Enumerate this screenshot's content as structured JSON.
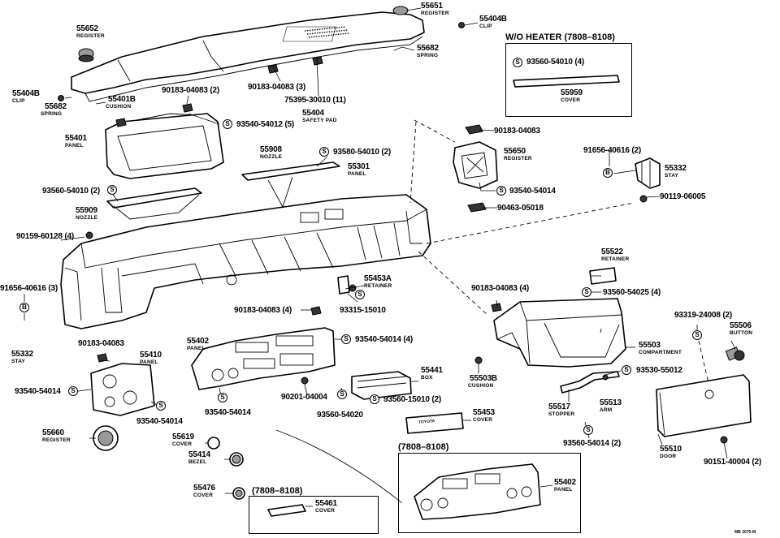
{
  "wo_heater_box": {
    "title": "W/O HEATER  (7808–8108)",
    "s_part": "93560-54010 (4)",
    "cover_no": "55959",
    "cover_name": "COVER"
  },
  "box_7808_panel": {
    "title": "(7808–8108)",
    "panel_no": "55402",
    "panel_name": "PANEL"
  },
  "box_7808_cover": {
    "title": "(7808–8108)",
    "cover_no": "55461",
    "cover_name": "COVER"
  },
  "labels": {
    "l55651": "55651",
    "n55651": "REGISTER",
    "l55404B_r": "55404B",
    "n55404B_r": "CLIP",
    "l55652": "55652",
    "n55652": "REGISTER",
    "l55682_r": "55682",
    "n55682_r": "SPRING",
    "l55404B_l": "55404B",
    "n55404B_l": "CLIP",
    "l55682_l": "55682",
    "n55682_l": "SPRING",
    "l90183a": "90183-04083 (2)",
    "l90183b": "90183-04083 (3)",
    "l75395": "75395-30010 (11)",
    "l55404": "55404",
    "n55404": "SAFETY PAD",
    "l55401B": "55401B",
    "n55401B": "CUSHION",
    "l93540a": "93540-54012 (5)",
    "l55401": "55401",
    "n55401": "PANEL",
    "l55908": "55908",
    "n55908": "NOZZLE",
    "l93580": "93580-54010 (2)",
    "l55301": "55301",
    "n55301": "PANEL",
    "l93560a": "93560-54010 (2)",
    "l55909": "55909",
    "n55909": "NOZZLE",
    "l90159": "90159-60128 (4)",
    "l91656_l": "91656-40616 (3)",
    "l55332_l": "55332",
    "n55332_l": "STAY",
    "l90183c": "90183-04083",
    "l55650": "55650",
    "n55650": "REGISTER",
    "l93540b": "93540-54014",
    "l90463": "90463-05018",
    "l91656_r": "91656-40616 (2)",
    "l55332_r": "55332",
    "n55332_r": "STAY",
    "l90119": "90119-06005",
    "l55453A": "55453A",
    "n55453A": "RETAINER",
    "l90183d": "90183-04083 (4)",
    "l93315": "93315-15010",
    "l55522": "55522",
    "n55522": "RETAINER",
    "l90183e": "90183-04083 (4)",
    "l93560b": "93560-54025 (4)",
    "l93319": "93319-24008 (2)",
    "l55506": "55506",
    "n55506": "BUTTON",
    "l55503": "55503",
    "n55503": "COMPARTMENT",
    "l55503B": "55503B",
    "n55503B": "CUSHION",
    "l93530": "93530-55012",
    "l55517": "55517",
    "n55517": "STOPPER",
    "l55513": "55513",
    "n55513": "ARM",
    "l93560c": "93560-54014 (2)",
    "l55510": "55510",
    "n55510": "DOOR",
    "l90151": "90151-40004 (2)",
    "l90183f": "90183-04083",
    "l55410": "55410",
    "n55410": "PANEL",
    "l93540c": "93540-54014",
    "l93540d": "93540-54014",
    "l55660": "55660",
    "n55660": "REGISTER",
    "l55402": "55402",
    "n55402": "PANEL",
    "l93540e": "93540-54014 (4)",
    "l93540f": "93540-54014",
    "l90201": "90201-04004",
    "l93560d": "93560-54020",
    "l55441": "55441",
    "n55441": "BOX",
    "l93560e": "93560-15010 (2)",
    "l55453": "55453",
    "n55453": "COVER",
    "toyota": "TOYOTA",
    "l55619": "55619",
    "n55619": "COVER",
    "l55414": "55414",
    "n55414": "BEZEL",
    "l55476": "55476",
    "n55476": "COVER",
    "footer": "MB 3075-M"
  },
  "symbols": {
    "s": "S",
    "b": "B"
  }
}
